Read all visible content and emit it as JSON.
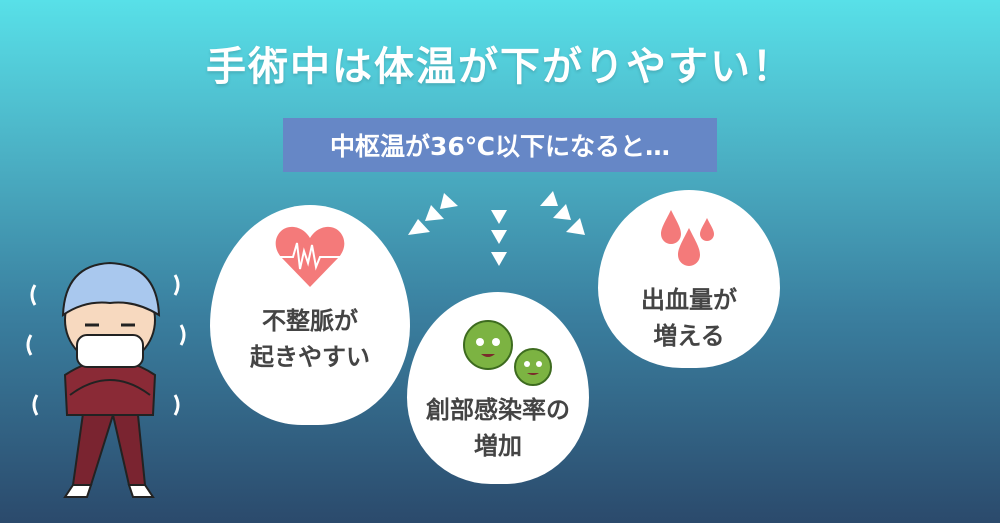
{
  "title": "手術中は体温が下がりやすい！",
  "subtitle": "中枢温が36℃以下になると…",
  "effects": [
    {
      "line1": "不整脈が",
      "line2": "起きやすい",
      "icon": "heart-ecg-icon"
    },
    {
      "line1": "創部感染率の",
      "line2": "増加",
      "icon": "virus-icon"
    },
    {
      "line1": "出血量が",
      "line2": "増える",
      "icon": "blood-drops-icon"
    }
  ],
  "colors": {
    "accent": "#6687c6",
    "icon_red": "#f47a7a",
    "virus_green": "#7cb342"
  }
}
